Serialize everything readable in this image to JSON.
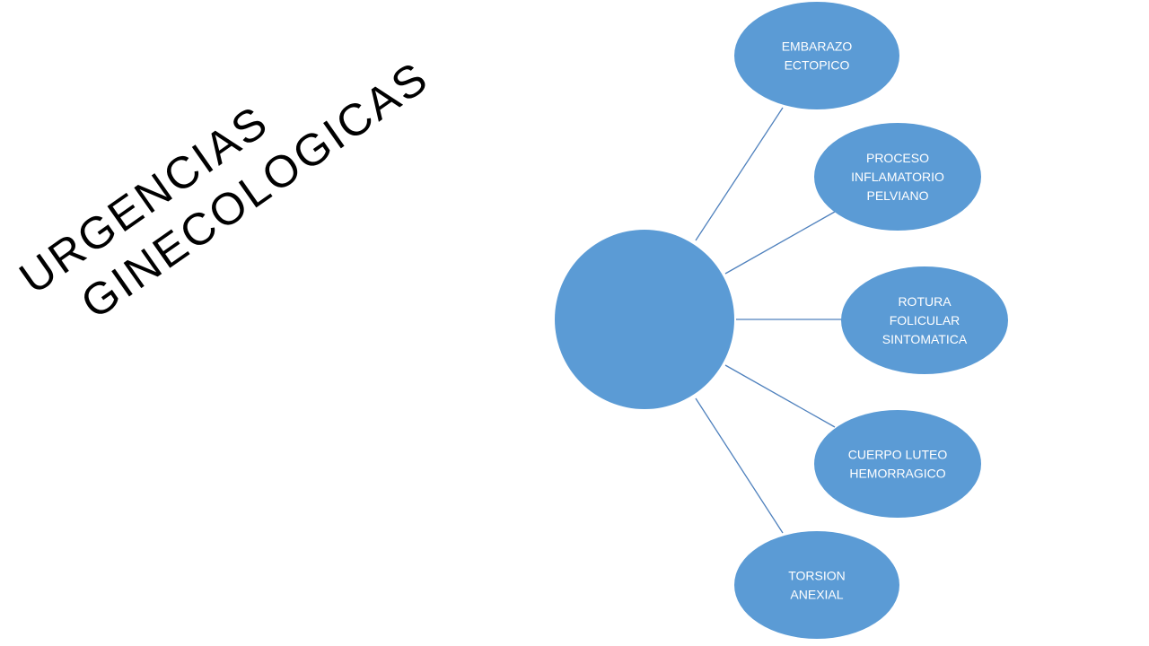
{
  "title": {
    "line1": "URGENCIAS",
    "line2": "GINECOLOGICAS"
  },
  "colors": {
    "node_fill": "#5b9bd5",
    "connector": "#4f81bd",
    "node_text": "#ffffff",
    "title_text": "#000000"
  },
  "diagram": {
    "center_label": "",
    "nodes": [
      {
        "lines": [
          "EMBARAZO",
          "ECTOPICO"
        ]
      },
      {
        "lines": [
          "PROCESO",
          "INFLAMATORIO",
          "PELVIANO"
        ]
      },
      {
        "lines": [
          "ROTURA",
          "FOLICULAR",
          "SINTOMATICA"
        ]
      },
      {
        "lines": [
          "CUERPO LUTEO",
          "HEMORRAGICO"
        ]
      },
      {
        "lines": [
          "TORSION",
          "ANEXIAL"
        ]
      }
    ]
  }
}
